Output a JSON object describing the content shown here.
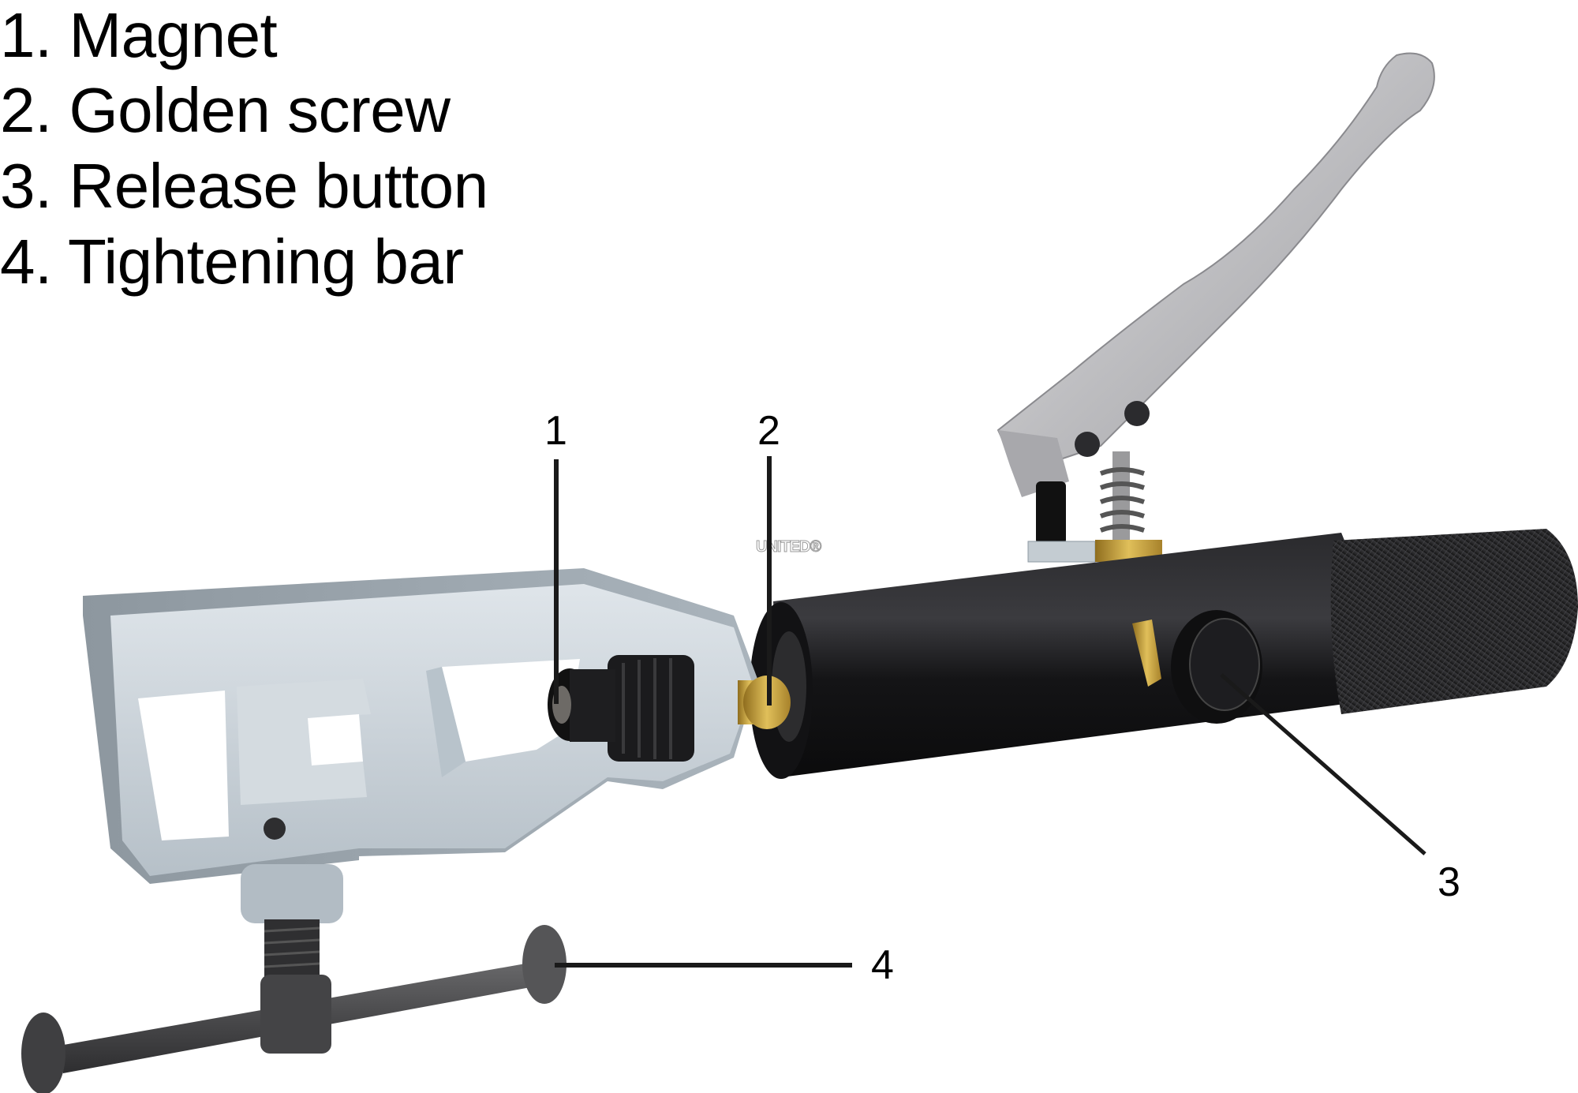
{
  "legend": {
    "items": [
      {
        "number": "1.",
        "label": "Magnet",
        "text": "1. Magnet"
      },
      {
        "number": "2.",
        "label": "Golden screw",
        "text": "2. Golden screw"
      },
      {
        "number": "3.",
        "label": "Release button",
        "text": "3. Release button"
      },
      {
        "number": "4.",
        "label": "Tightening bar",
        "text": "4. Tightening bar"
      }
    ]
  },
  "callouts": [
    {
      "id": "1",
      "label": "1",
      "target": "Magnet"
    },
    {
      "id": "2",
      "label": "2",
      "target": "Golden screw"
    },
    {
      "id": "3",
      "label": "3",
      "target": "Release button"
    },
    {
      "id": "4",
      "label": "4",
      "target": "Tightening bar"
    }
  ],
  "watermark": "UNITED®",
  "colors": {
    "background": "#ffffff",
    "frame_steel": "#c9d2d8",
    "frame_steel_dark": "#8e9aa3",
    "cylinder_black": "#1c1c1e",
    "handle_silver": "#c8c8ca",
    "brass": "#c9a23c",
    "bar_gunmetal": "#4a4a4c",
    "leader_line": "#1a1a1a"
  }
}
